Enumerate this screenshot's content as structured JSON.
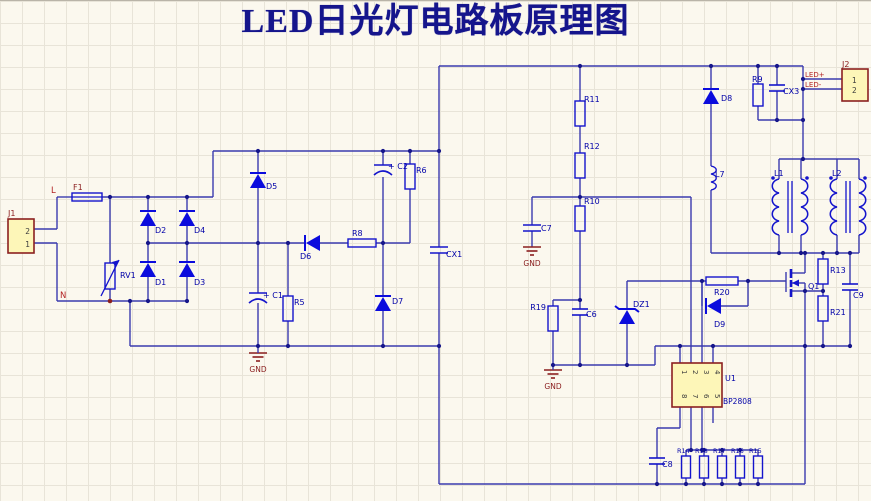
{
  "title": "LED日光灯电路板原理图",
  "connectors": {
    "j1": {
      "ref": "J1",
      "pin_top": "2",
      "pin_bottom": "1"
    },
    "j2": {
      "ref": "J2",
      "pin_top": "1",
      "pin_bottom": "2"
    },
    "u1": {
      "ref": "U1",
      "part": "BP2808",
      "pins_top": [
        "1",
        "2",
        "3",
        "4"
      ],
      "pins_bottom": [
        "8",
        "7",
        "6",
        "5"
      ]
    }
  },
  "net_labels": {
    "line": "L",
    "neutral": "N",
    "led_plus": "LED+",
    "led_minus": "LED-",
    "gnd": "GND"
  },
  "components": {
    "f1": "F1",
    "rv1": "RV1",
    "d1": "D1",
    "d2": "D2",
    "d3": "D3",
    "d4": "D4",
    "d5": "D5",
    "d6": "D6",
    "d7": "D7",
    "d8": "D8",
    "d9": "D9",
    "dz1": "DZ1",
    "c1": "+ C1",
    "c2": "+ C2",
    "c6": "C6",
    "c7": "C7",
    "c8": "C8",
    "c9": "C9",
    "cx1": "CX1",
    "cx3": "CX3",
    "r5": "R5",
    "r6": "R6",
    "r8": "R8",
    "r9": "R9",
    "r10": "R10",
    "r11": "R11",
    "r12": "R12",
    "r13": "R13",
    "r14": "R14",
    "r15": "R15",
    "r16": "R16",
    "r17": "R17",
    "r18": "R18",
    "r19": "R19",
    "r20": "R20",
    "r21": "R21",
    "l1": "L1",
    "l2": "L2",
    "l7": "L7",
    "q1": "Q1"
  },
  "colors": {
    "wire": "#3a3aae",
    "component": "#1414cc",
    "diode_fill": "#0b0bdd",
    "label_blue": "#0000a8",
    "dark_red": "#8b1f1f",
    "net_red": "#b22222",
    "connector_fill": "#fdf6b8",
    "connector_border": "#8b2020",
    "junction": "#16168a",
    "pin_text": "#3c3c3c",
    "title": "#15158c"
  }
}
